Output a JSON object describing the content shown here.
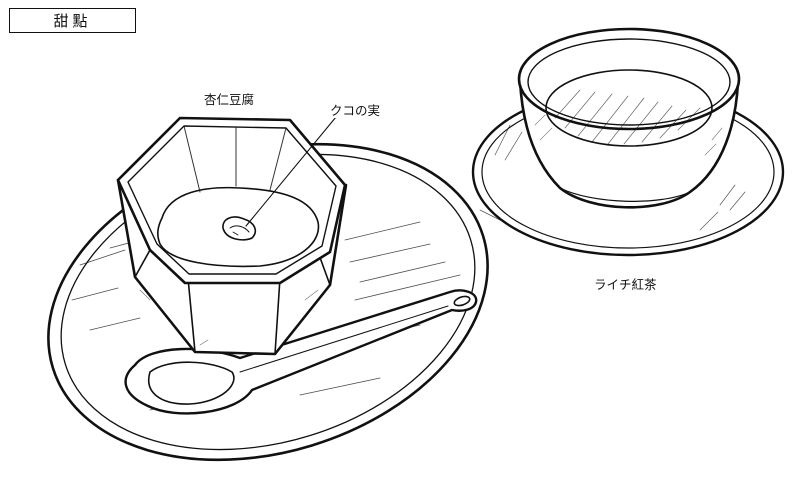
{
  "title": "甜點",
  "labels": {
    "dessert": "杏仁豆腐",
    "garnish": "クコの実",
    "drink": "ライチ紅茶"
  },
  "illustration": {
    "style": "black ink line drawing",
    "stroke_color": "#111111",
    "background_color": "#ffffff"
  }
}
